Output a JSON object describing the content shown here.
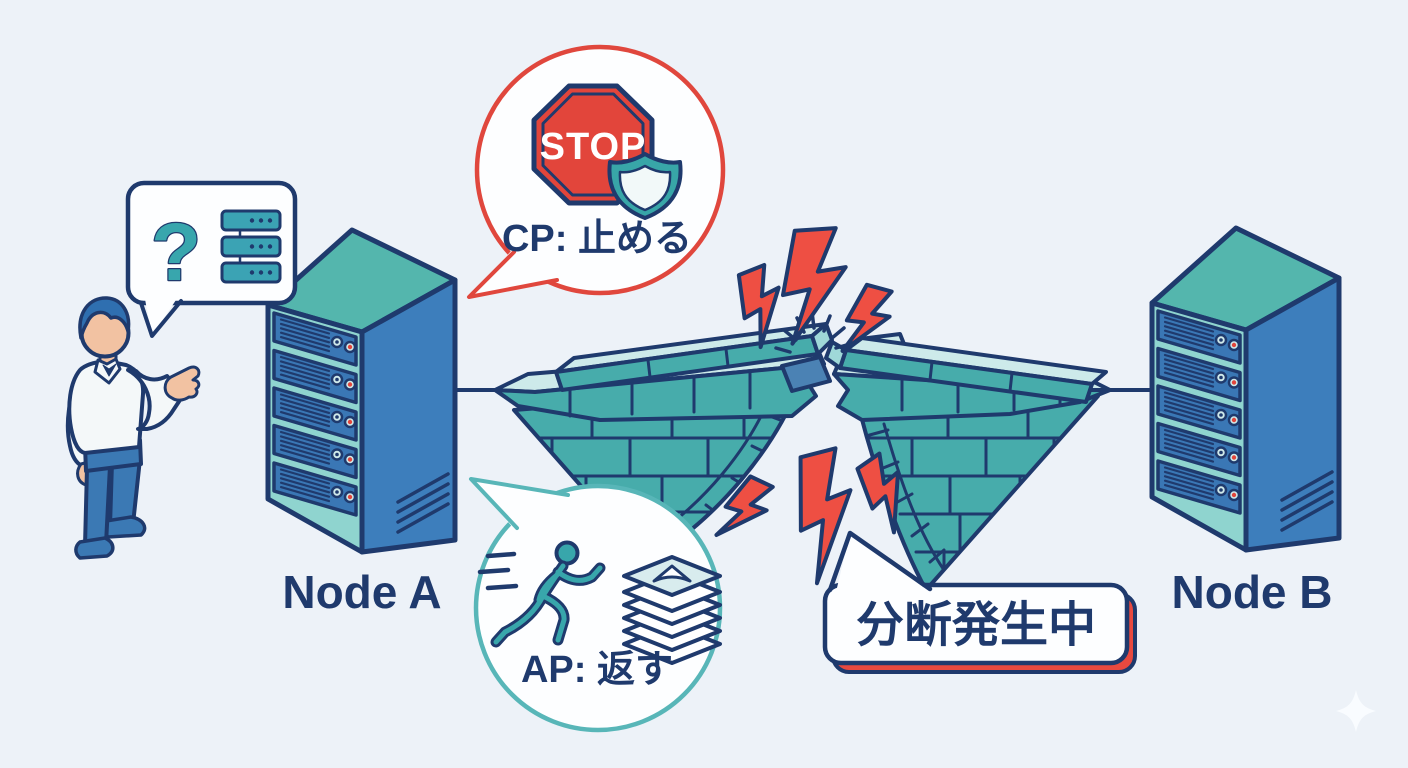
{
  "colors": {
    "background": "#edf2f8",
    "outline_navy": "#1f3a6d",
    "brick_teal": "#47acab",
    "server_blue": "#3d7ebc",
    "server_top_teal": "#54b6ad",
    "alert_red": "#ee4f43",
    "stop_sign_red": "#e2453b",
    "cp_bubble_border": "#e0473d",
    "ap_bubble_border": "#58b6b8"
  },
  "nodes": {
    "a": {
      "label": "Node A"
    },
    "b": {
      "label": "Node B"
    }
  },
  "question_bubble": {
    "question_mark": "?",
    "icons": [
      "question-mark",
      "server-stack"
    ]
  },
  "cp_bubble": {
    "stop_sign_text": "STOP",
    "label": "CP: 止める",
    "icons": [
      "stop-sign",
      "shield"
    ]
  },
  "ap_bubble": {
    "label": "AP: 返す",
    "icons": [
      "runner",
      "paper-stack"
    ]
  },
  "status_bubble": {
    "label": "分断発生中",
    "icons": [
      "lightning-bolt"
    ]
  }
}
